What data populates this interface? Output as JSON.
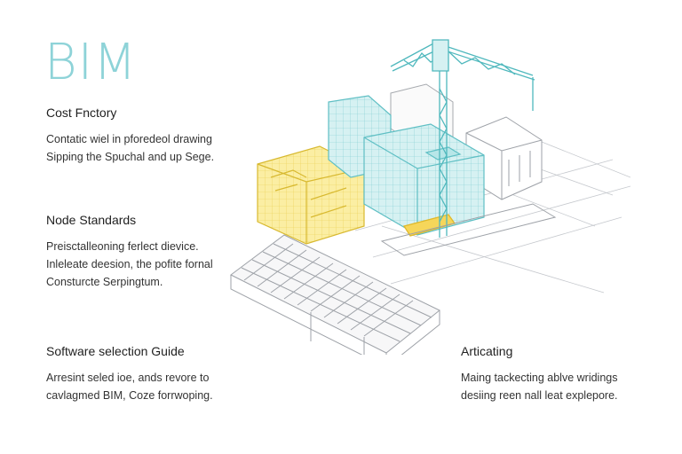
{
  "title": "BIM",
  "sections": [
    {
      "heading": "Cost Fnctory",
      "lines": [
        "Contatic wiel in pforedeol drawing",
        "Sipping the Spuchal and up Sege."
      ]
    },
    {
      "heading": "Node Standards",
      "lines": [
        "Preisctalleoning ferlect dievice.",
        "Inleleate deesion, the pofite fornal",
        "Consturcte Serpingtum."
      ]
    },
    {
      "heading": "Software selection Guide",
      "lines": [
        "Arresint seled ioe, ands revore to",
        "cavlagmed BIM, Coze forrwoping."
      ]
    },
    {
      "heading": "Articating",
      "lines": [
        "Maing tackecting ablve wridings",
        "desiing reen nall leat explepore."
      ]
    }
  ],
  "colors": {
    "title": "#8ed3d8",
    "teal_building": "#9fdde0",
    "yellow_building": "#f6e27a",
    "line_gray": "#b9bcc2"
  },
  "icons": [
    "tower-crane-icon",
    "teal-building-icon",
    "yellow-building-icon",
    "floor-plan-icon"
  ]
}
